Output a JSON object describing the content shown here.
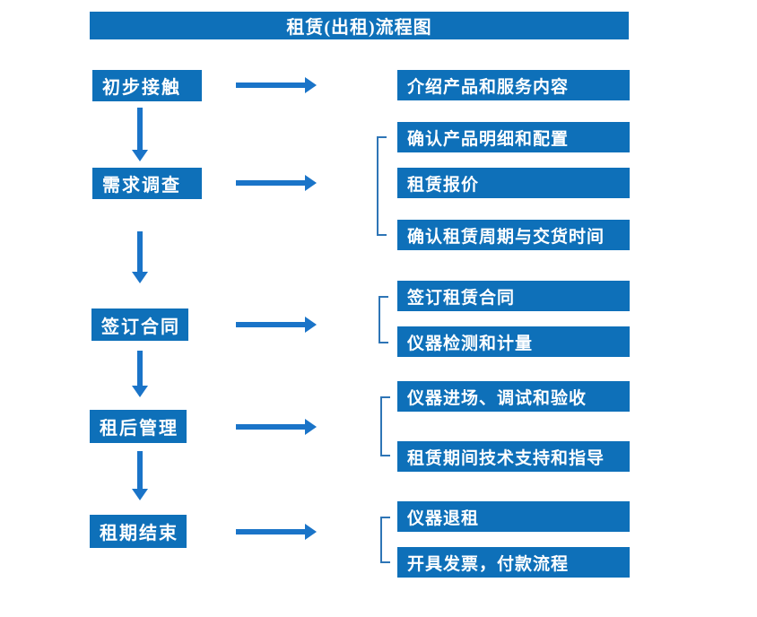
{
  "title": "租赁(出租)流程图",
  "colors": {
    "box_blue": "#0e70b9",
    "arrow_blue": "#1a74c8",
    "bracket_blue": "#2e75b6",
    "text_white": "#ffffff",
    "background": "#ffffff"
  },
  "steps": [
    {
      "label": "初步接触",
      "details": [
        "介绍产品和服务内容"
      ]
    },
    {
      "label": "需求调查",
      "details": [
        "确认产品明细和配置",
        "租赁报价",
        "确认租赁周期与交货时间"
      ]
    },
    {
      "label": "签订合同",
      "details": [
        "签订租赁合同",
        "仪器检测和计量"
      ]
    },
    {
      "label": "租后管理",
      "details": [
        "仪器进场、调试和验收",
        "租赁期间技术支持和指导"
      ]
    },
    {
      "label": "租期结束",
      "details": [
        "仪器退租",
        "开具发票，付款流程"
      ]
    }
  ]
}
